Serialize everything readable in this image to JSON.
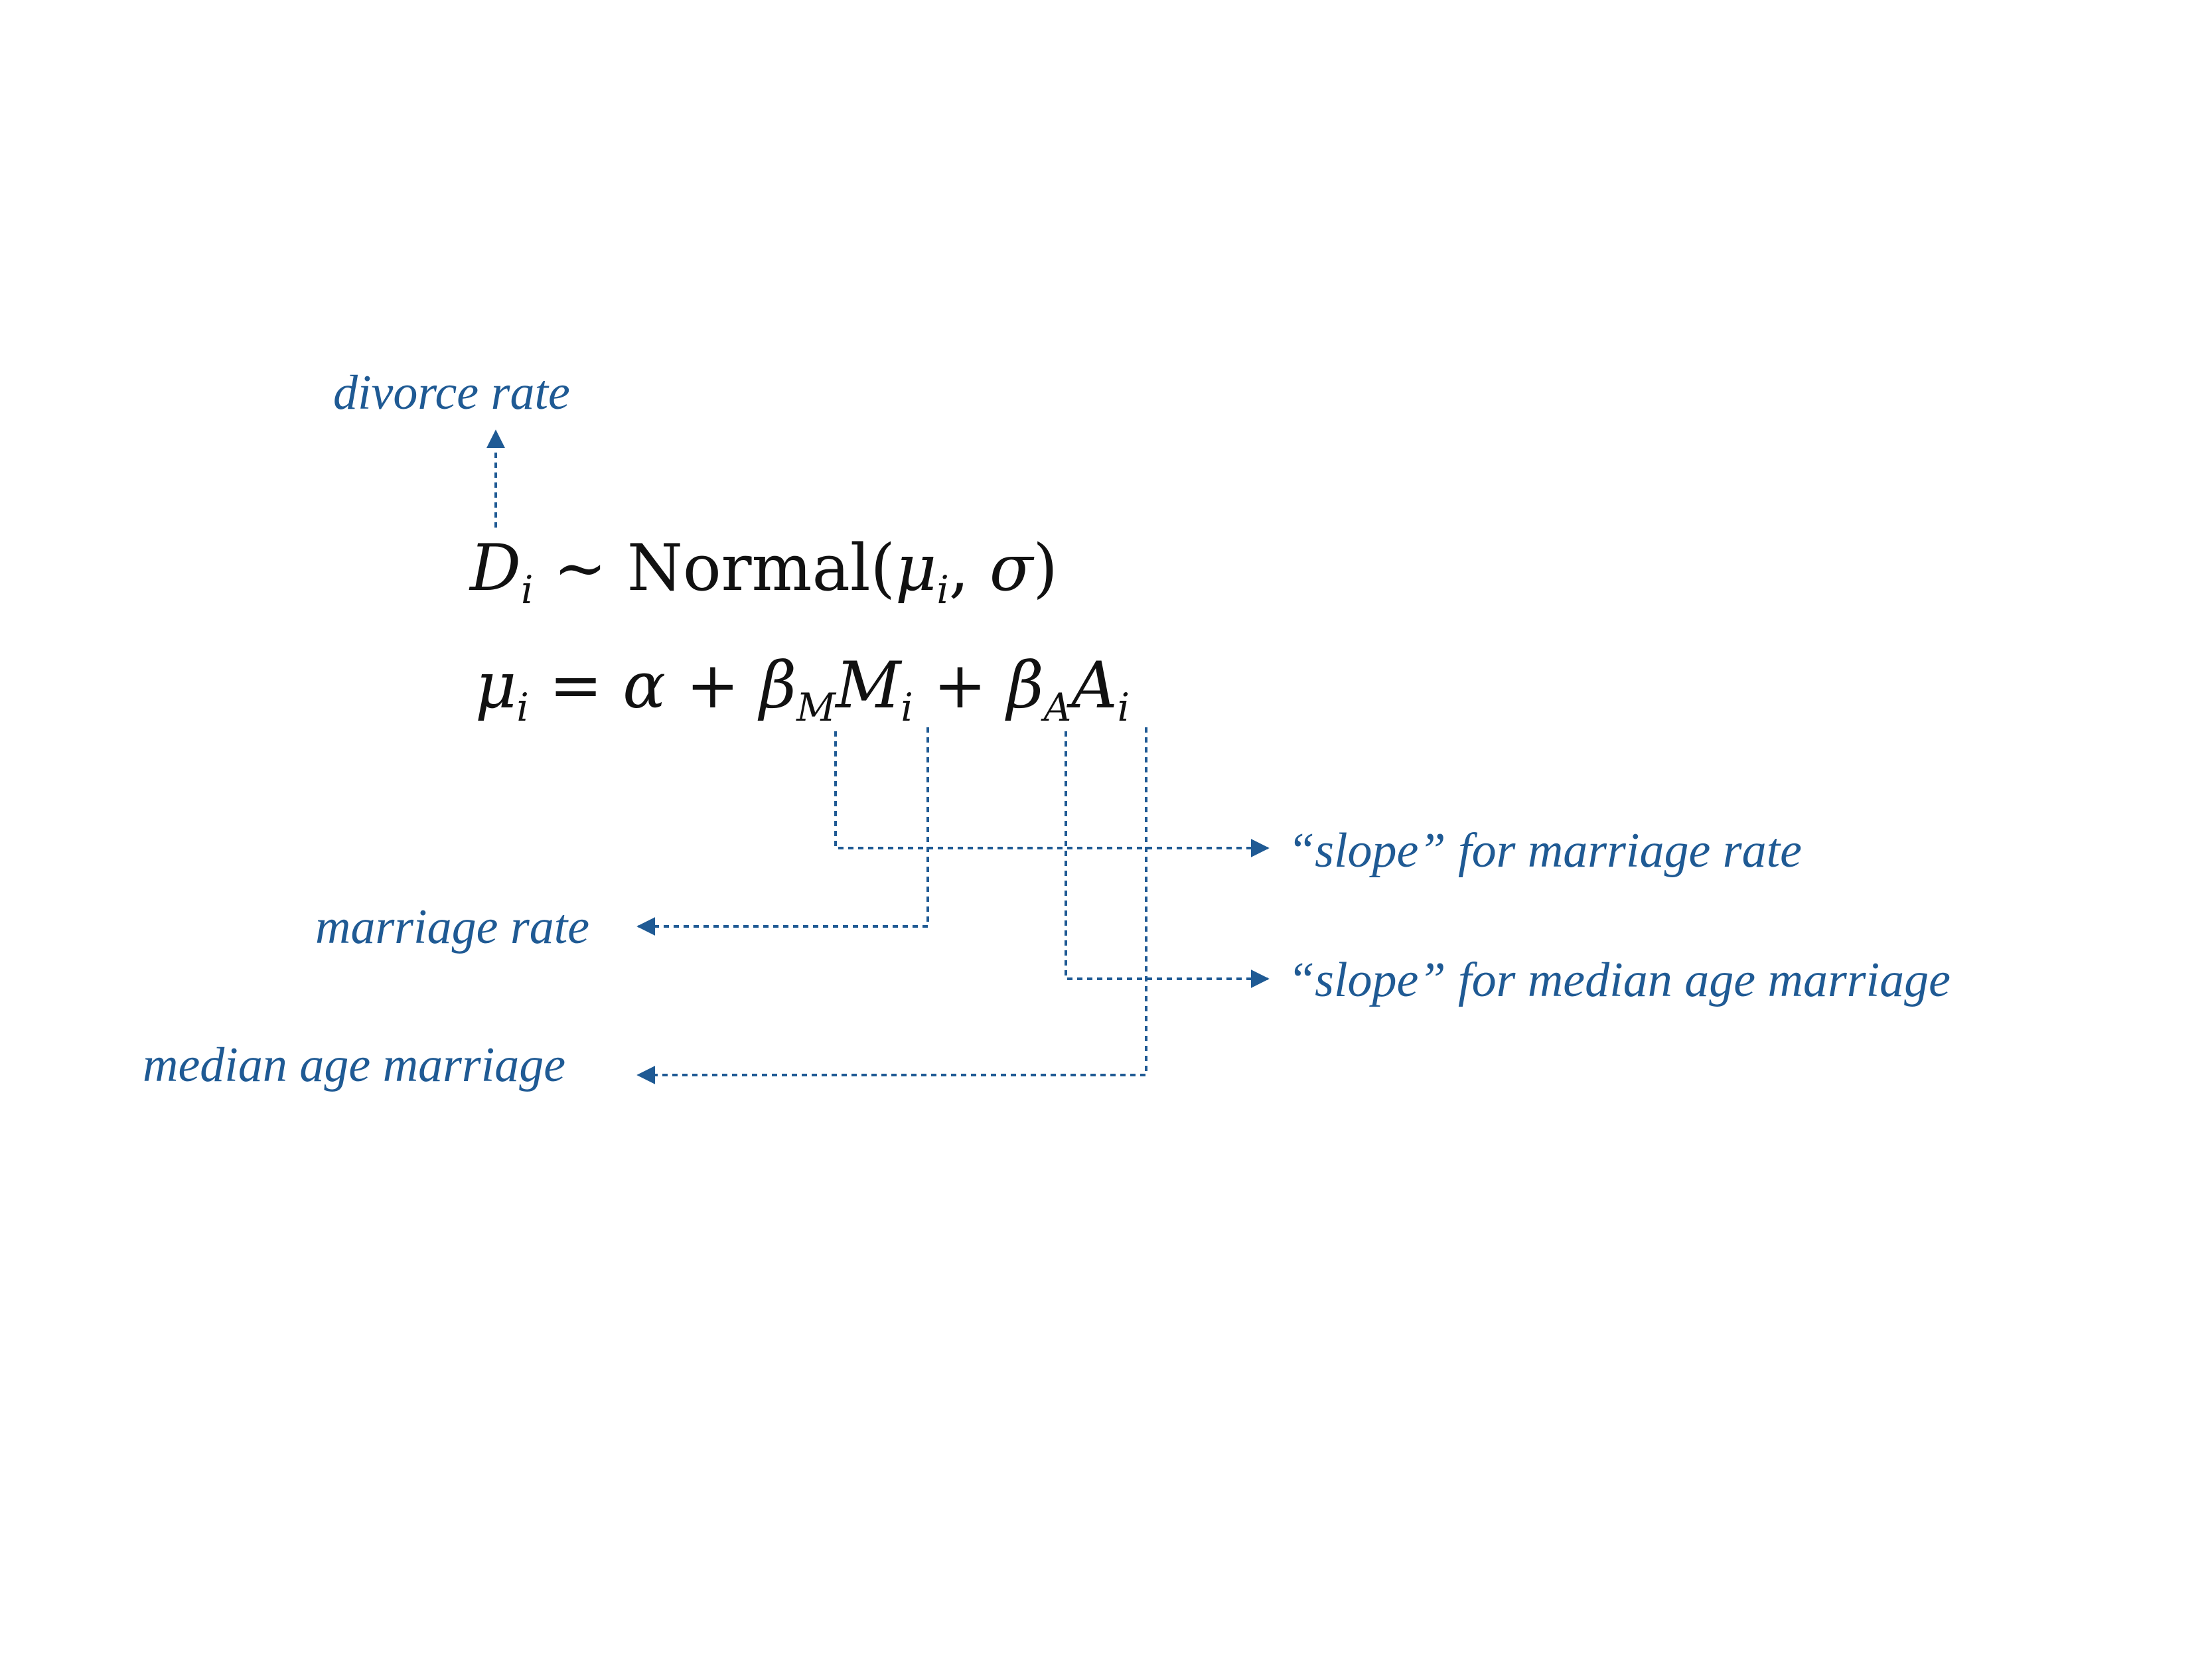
{
  "equations": {
    "line1": {
      "d": "D",
      "d_sub": "i",
      "tilde": "∼",
      "normal": "Normal",
      "open": "(",
      "mu": "μ",
      "mu_sub": "i",
      "comma": ",",
      "sigma": "σ",
      "close": ")"
    },
    "line2": {
      "mu": "μ",
      "mu_sub": "i",
      "eq": "=",
      "alpha": "α",
      "plus1": "+",
      "beta_m": "β",
      "beta_m_sub": "M",
      "m": "M",
      "m_sub": "i",
      "plus2": "+",
      "beta_a": "β",
      "beta_a_sub": "A",
      "a": "A",
      "a_sub": "i"
    }
  },
  "annotations": {
    "divorce_rate": "divorce rate",
    "marriage_rate": "marriage rate",
    "median_age_marriage": "median age marriage",
    "slope_marriage_rate": "“slope” for marriage rate",
    "slope_median_age": "“slope” for median age marriage"
  },
  "colors": {
    "annotation": "#1f5a94",
    "math": "#111111"
  }
}
